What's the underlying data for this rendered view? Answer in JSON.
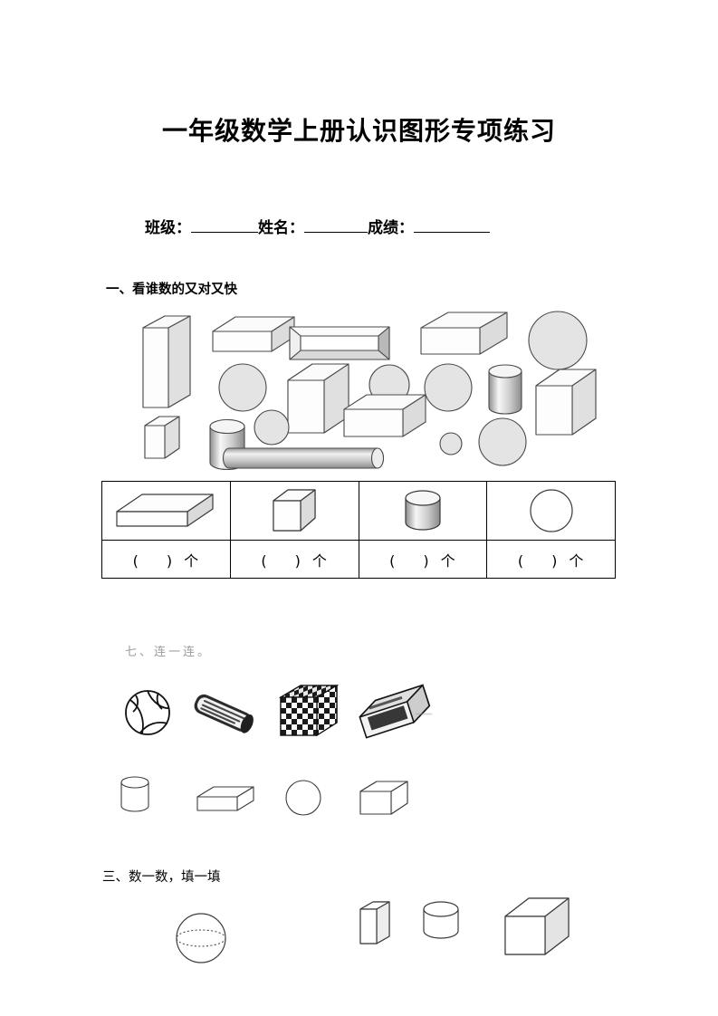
{
  "document": {
    "title": "一年级数学上册认识图形专项练习",
    "info": {
      "class_label": "班级：",
      "name_label": "姓名：",
      "score_label": "成绩：",
      "class_value": "",
      "name_value": "",
      "score_value": ""
    }
  },
  "sections": [
    {
      "id": "section-1",
      "heading": "一、看谁数的又对又快",
      "shape_cluster": {
        "description": "混合立体图形：长方体、正方体、圆柱、球",
        "items": [
          {
            "type": "cuboid-tall",
            "name": "cuboid"
          },
          {
            "type": "cuboid-flat",
            "name": "cuboid"
          },
          {
            "type": "cuboid-frame",
            "name": "cuboid"
          },
          {
            "type": "cuboid-slab",
            "name": "cuboid"
          },
          {
            "type": "sphere-large",
            "name": "sphere"
          },
          {
            "type": "sphere-medium",
            "name": "sphere"
          },
          {
            "type": "cube-large",
            "name": "cube"
          },
          {
            "type": "sphere-medium2",
            "name": "sphere"
          },
          {
            "type": "sphere-medium3",
            "name": "sphere"
          },
          {
            "type": "cylinder-up",
            "name": "cylinder"
          },
          {
            "type": "cube-right",
            "name": "cube"
          },
          {
            "type": "cube-small",
            "name": "cube"
          },
          {
            "type": "cylinder-up2",
            "name": "cylinder"
          },
          {
            "type": "sphere-small",
            "name": "sphere"
          },
          {
            "type": "cuboid-mid",
            "name": "cuboid"
          },
          {
            "type": "sphere-tiny",
            "name": "sphere"
          },
          {
            "type": "sphere-medium4",
            "name": "sphere"
          },
          {
            "type": "cylinder-rod",
            "name": "cylinder"
          }
        ]
      },
      "table": {
        "columns": [
          {
            "shape": "cuboid",
            "shape_label": "长方体",
            "answer": "",
            "open_paren": "(",
            "close_paren": ")",
            "unit": "个"
          },
          {
            "shape": "cube",
            "shape_label": "正方体",
            "answer": "",
            "open_paren": "(",
            "close_paren": ")",
            "unit": "个"
          },
          {
            "shape": "cylinder",
            "shape_label": "圆柱",
            "answer": "",
            "open_paren": "(",
            "close_paren": ")",
            "unit": "个"
          },
          {
            "shape": "sphere",
            "shape_label": "球",
            "answer": "",
            "open_paren": "(",
            "close_paren": ")",
            "unit": "个"
          }
        ]
      }
    },
    {
      "id": "section-2",
      "heading": "七、连一连。",
      "photo_items": [
        {
          "name": "volleyball",
          "label": "排球"
        },
        {
          "name": "rolled-wrapper",
          "label": "卷状物"
        },
        {
          "name": "rubiks-cube",
          "label": "魔方"
        },
        {
          "name": "eraser-box",
          "label": "长方体盒子"
        }
      ],
      "outline_items": [
        {
          "name": "cylinder",
          "label": "圆柱"
        },
        {
          "name": "cuboid",
          "label": "长方体"
        },
        {
          "name": "sphere",
          "label": "球"
        },
        {
          "name": "cube",
          "label": "正方体"
        }
      ]
    },
    {
      "id": "section-3",
      "heading": "三、数一数，填一填",
      "shapes": [
        {
          "name": "sphere",
          "label": "球"
        },
        {
          "name": "cuboid",
          "label": "长方体"
        },
        {
          "name": "cylinder",
          "label": "圆柱"
        },
        {
          "name": "cube",
          "label": "正方体"
        }
      ]
    }
  ],
  "colors": {
    "ink": "#000000",
    "shape_fill": "#e3e3e3",
    "shape_fill_light": "#f2f2f2",
    "shape_stroke": "#555555",
    "faded_text": "#8a8a8a"
  }
}
